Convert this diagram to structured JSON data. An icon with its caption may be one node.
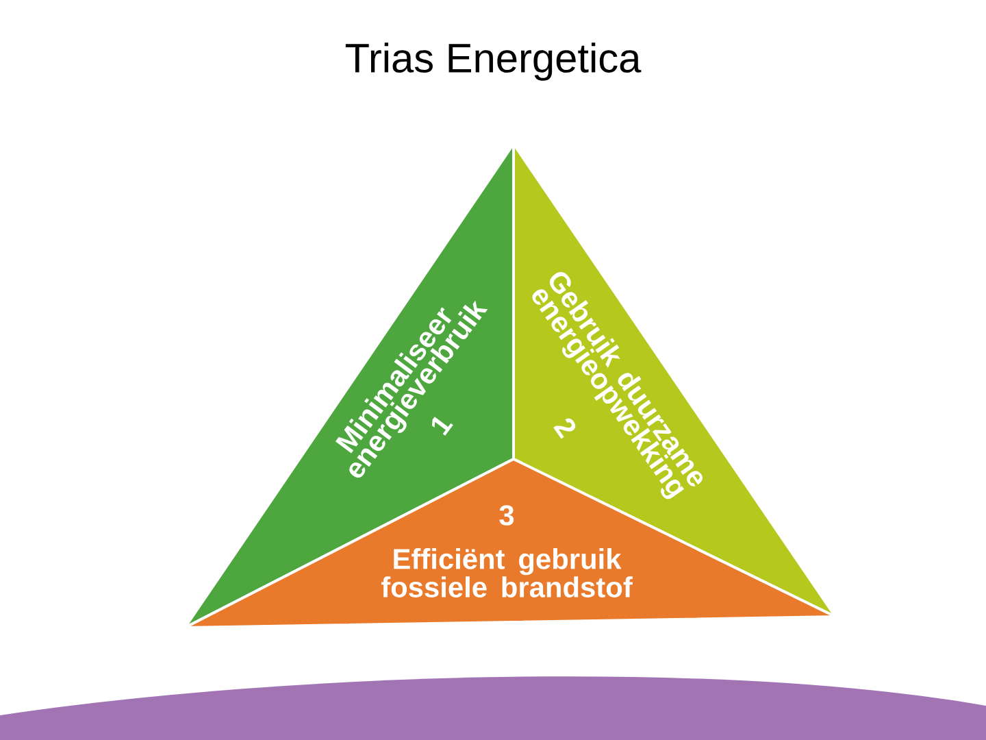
{
  "diagram": {
    "title": "Trias Energetica",
    "nodes": [
      {
        "text": [
          "Minimaliseer energieverbruik",
          "1"
        ]
      },
      {
        "text": [
          "Gebruik duurzame energieopwekking",
          "2"
        ]
      },
      {
        "text": [
          "3",
          "Efficiënt gebruik fossiele brandstof"
        ]
      }
    ]
  }
}
